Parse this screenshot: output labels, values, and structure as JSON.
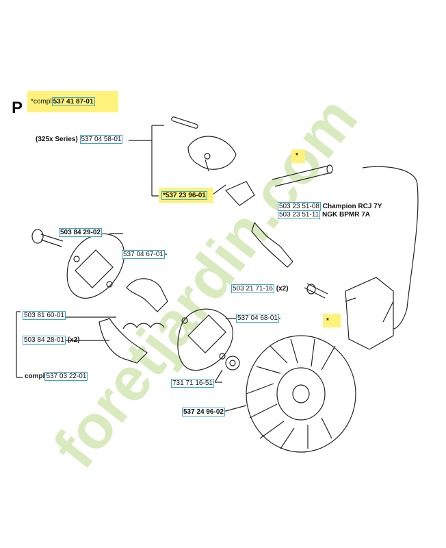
{
  "section_letter": "P",
  "kit": {
    "prefix": "*compl",
    "number": "537 41 87-01"
  },
  "parts": [
    {
      "prefix": "(325x Series)",
      "number": "537 04 58-01"
    },
    {
      "prefix": "",
      "number": "*537 23 96-01"
    },
    {
      "prefix": "",
      "number": "503 23 51-08",
      "suffix": "Champion RCJ 7Y"
    },
    {
      "prefix": "",
      "number": "503 23 51-11",
      "suffix": "NGK BPMR 7A"
    },
    {
      "prefix": "",
      "number": "503 84 29-02"
    },
    {
      "prefix": "",
      "number": "537 04 67-01"
    },
    {
      "prefix": "",
      "number": "503 21 71-16",
      "suffix": "(x2)"
    },
    {
      "prefix": "",
      "number": "537 04 68-01"
    },
    {
      "prefix": "",
      "number": "503 81 60-01"
    },
    {
      "prefix": "",
      "number": "503 84 28-01",
      "suffix": "(x2)"
    },
    {
      "prefix": "compl",
      "number": "537 03 22-01"
    },
    {
      "prefix": "",
      "number": "731 71 16-51"
    },
    {
      "prefix": "",
      "number": "537 24 96-02"
    }
  ],
  "asterisks": [
    "*",
    "*"
  ],
  "watermark": "foretjardin.com",
  "colors": {
    "highlight": "#fff27a",
    "box": "#3aa6c8",
    "watermark": "#b9d98a"
  }
}
